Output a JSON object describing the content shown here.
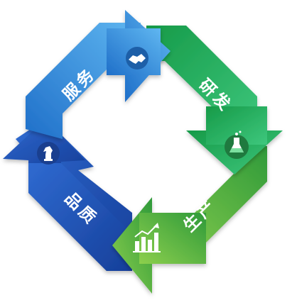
{
  "cycle": {
    "segments": [
      {
        "key": "service",
        "label": "服务",
        "icon": "handshake-icon",
        "color": "#2f8ede"
      },
      {
        "key": "rnd",
        "label": "研发",
        "icon": "flask-icon",
        "color": "#25a55a"
      },
      {
        "key": "production",
        "label": "生产",
        "icon": "growth-chart-icon",
        "color": "#5bb83a"
      },
      {
        "key": "quality",
        "label": "品质",
        "icon": "chess-knight-icon",
        "color": "#2456b4"
      }
    ]
  }
}
